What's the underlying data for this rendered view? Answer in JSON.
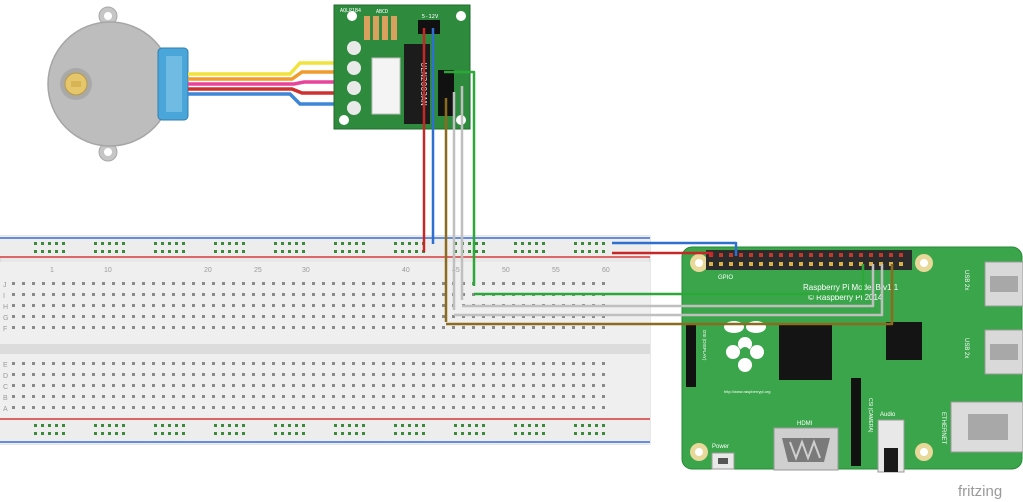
{
  "driver_board": {
    "chip_label": "ULN2003AN",
    "supply_label": "5-12V",
    "top_labels": [
      "AQLP1B4",
      "ABCD"
    ]
  },
  "pi": {
    "gpio_label": "GPIO",
    "model_line1": "Raspberry Pi Model B v1.1",
    "model_line2": "© Raspberry Pi 2014",
    "url": "http://www.raspberrypi.org",
    "dsi_label": "DSI (DISPLAY)",
    "hdmi_label": "HDMI",
    "csi_label": "CSI (CAMERA)",
    "audio_label": "Audio",
    "power_label": "Power",
    "usb_label": "USB 2x",
    "ethernet_label": "ETHERNET"
  },
  "breadboard": {
    "column_numbers": [
      "1",
      "10",
      "20",
      "25",
      "30",
      "40",
      "45",
      "50",
      "55",
      "60"
    ],
    "row_letters_top": [
      "J",
      "I",
      "H",
      "G",
      "F"
    ],
    "row_letters_bottom": [
      "E",
      "D",
      "C",
      "B",
      "A"
    ]
  },
  "watermark": "fritzing"
}
